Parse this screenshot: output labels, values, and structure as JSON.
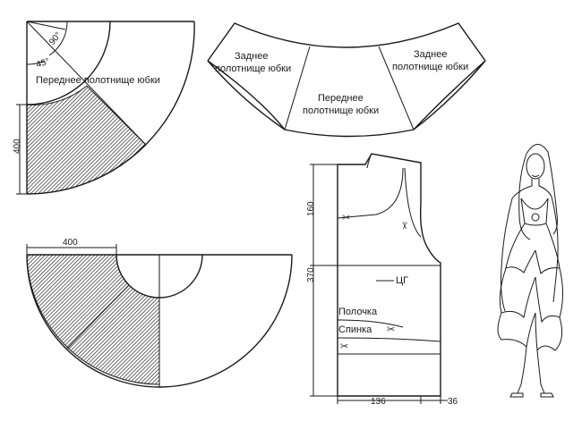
{
  "pattern_quarter": {
    "angle_top": "90°",
    "angle_mid": "45°",
    "label": "Переднее полотнище юбки",
    "dim_height": "400"
  },
  "pattern_half": {
    "dim_width": "400"
  },
  "assembled_skirt": {
    "back_left": [
      "Заднее",
      "полотнище юбки"
    ],
    "back_right": [
      "Заднее",
      "полотнище юбки"
    ],
    "front": [
      "Переднее",
      "полотнище юбки"
    ]
  },
  "bodice": {
    "dim_armhole": "160",
    "dim_length": "370",
    "dim_bottom": "136",
    "dim_side": "36",
    "center_line": "ЦГ",
    "front_label": "Полочка",
    "back_label": "Спинка"
  },
  "colors": {
    "line": "#1a1a1a",
    "hatch": "#1a1a1a",
    "background": "#ffffff"
  }
}
